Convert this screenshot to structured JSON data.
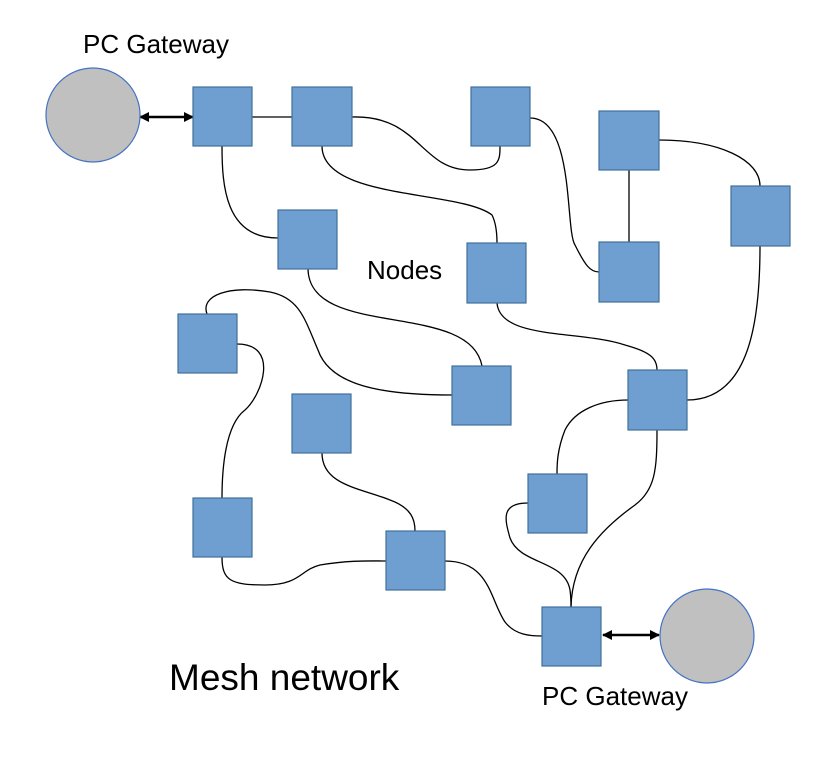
{
  "labels": {
    "gateway_top": "PC Gateway",
    "gateway_bottom": "PC Gateway",
    "nodes": "Nodes",
    "title": "Mesh network"
  },
  "colors": {
    "node_fill": "#6f9ed1",
    "node_stroke": "#41719c",
    "gateway_fill": "#c0c0c0",
    "gateway_stroke": "#4472c4",
    "link": "#000000"
  },
  "nodes": [
    {
      "id": "n1"
    },
    {
      "id": "n2"
    },
    {
      "id": "n3"
    },
    {
      "id": "n4"
    },
    {
      "id": "n5"
    },
    {
      "id": "n6"
    },
    {
      "id": "n7"
    },
    {
      "id": "n8"
    },
    {
      "id": "n9"
    },
    {
      "id": "n10"
    },
    {
      "id": "n11"
    },
    {
      "id": "n12"
    },
    {
      "id": "n13"
    },
    {
      "id": "n14"
    },
    {
      "id": "n15"
    },
    {
      "id": "n16"
    },
    {
      "id": "n17"
    }
  ],
  "gateways": [
    {
      "id": "gateway-top"
    },
    {
      "id": "gateway-bottom"
    }
  ]
}
